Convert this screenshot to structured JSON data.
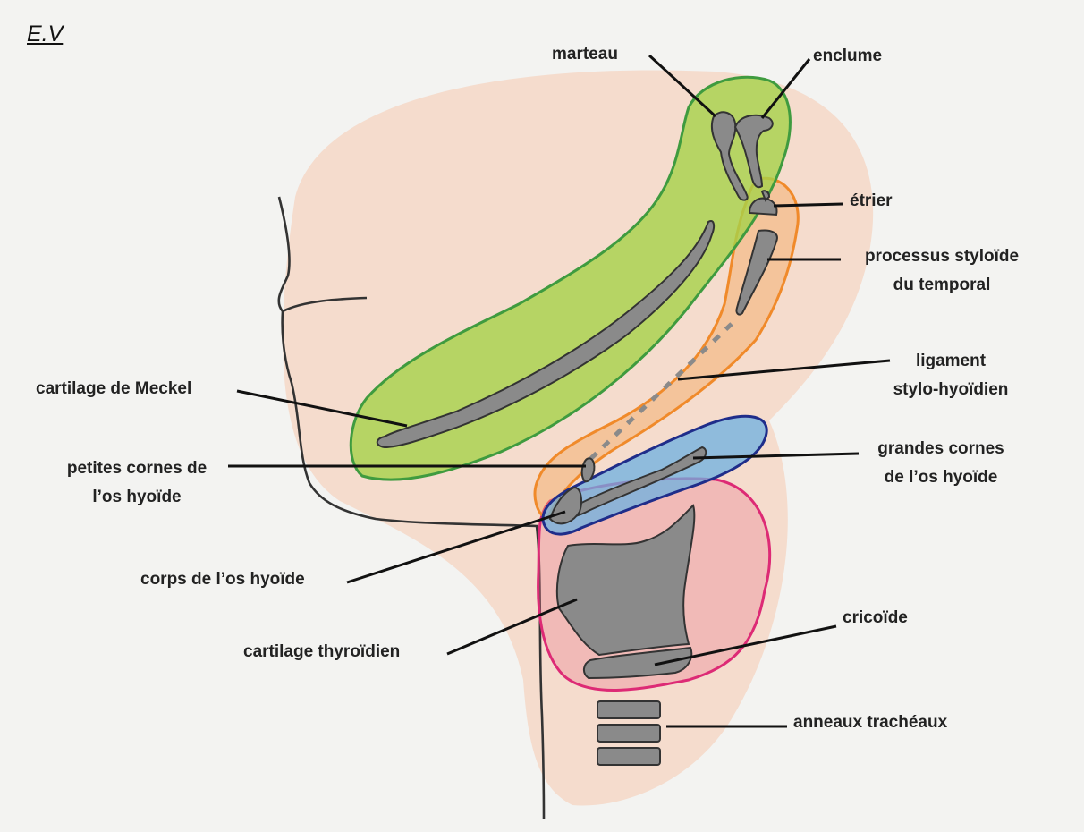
{
  "author": "E.V",
  "labels": {
    "marteau": "marteau",
    "enclume": "enclume",
    "etrier": "étrier",
    "processus_1": "processus styloïde",
    "processus_2": "du temporal",
    "ligament_1": "ligament",
    "ligament_2": "stylo-hyoïdien",
    "meckel": "cartilage de Meckel",
    "petites_1": "petites cornes de",
    "petites_2": "l’os hyoïde",
    "grandes_1": "grandes cornes",
    "grandes_2": "de l’os hyoïde",
    "corps": "corps de l’os hyoïde",
    "thyroidien": "cartilage thyroïdien",
    "cricoide": "cricoïde",
    "anneaux": "anneaux trachéaux"
  },
  "colors": {
    "arch1_green": "#9ccc3a",
    "arch2_orange": "#f3a65a",
    "arch3_blue": "#6cb0e0",
    "arch4_pink": "#e8607a",
    "skin_wash": "#f6c9ae",
    "bone_gray": "#8a8a8a"
  }
}
